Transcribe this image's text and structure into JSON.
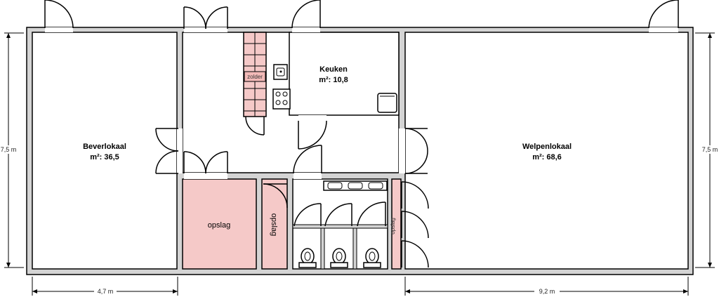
{
  "rooms": {
    "beverlokaal": {
      "name": "Beverlokaal",
      "area": "m²: 36,5"
    },
    "welpenlokaal": {
      "name": "Welpenlokaal",
      "area": "m²: 68,6"
    },
    "keuken": {
      "name": "Keuken",
      "area": "m²: 10,8"
    },
    "opslag_left": {
      "name": "opslag"
    },
    "opslag_middle": {
      "name": "opslag"
    },
    "opslag_right": {
      "name": "opslag"
    },
    "zolder": {
      "name": "zolder"
    }
  },
  "dimensions": {
    "left_height": "7,5 m",
    "right_height": "7,5 m",
    "left_width": "4,7 m",
    "right_width": "9,2 m"
  },
  "colors": {
    "wall": "#d4d4d4",
    "storage": "#f5c9c8"
  }
}
